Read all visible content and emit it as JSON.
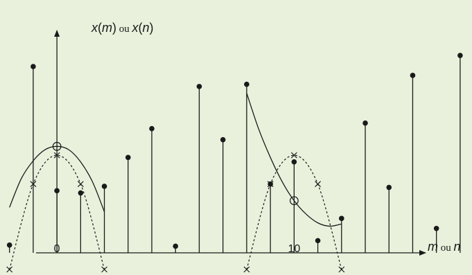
{
  "chart_data": {
    "type": "scatter",
    "xlabel": {
      "var1": "m",
      "sep": " ou ",
      "var2": "n"
    },
    "ylabel": {
      "var1": "x",
      "p1o": "(",
      "arg1": "m",
      "p1c": ")",
      "sep": " ou ",
      "var2": "x",
      "p2o": "(",
      "arg2": "n",
      "p2c": ")"
    },
    "x_ticks": [
      {
        "value": 0,
        "label": "0"
      },
      {
        "value": 10,
        "label": "10"
      }
    ],
    "xlim": [
      -2.4,
      17.5
    ],
    "ylim": [
      -1.0,
      11.4
    ],
    "samples": [
      {
        "n": -2,
        "y": 0.35
      },
      {
        "n": -1,
        "y": 8.4
      },
      {
        "n": 0,
        "y": 2.8
      },
      {
        "n": 1,
        "y": 2.7
      },
      {
        "n": 2,
        "y": 3.0
      },
      {
        "n": 3,
        "y": 4.3
      },
      {
        "n": 4,
        "y": 5.6
      },
      {
        "n": 5,
        "y": 0.3
      },
      {
        "n": 6,
        "y": 7.5
      },
      {
        "n": 7,
        "y": 5.1
      },
      {
        "n": 8,
        "y": 7.6
      },
      {
        "n": 9,
        "y": 3.1
      },
      {
        "n": 10,
        "y": 4.1
      },
      {
        "n": 11,
        "y": 0.55
      },
      {
        "n": 12,
        "y": 1.55
      },
      {
        "n": 13,
        "y": 5.85
      },
      {
        "n": 14,
        "y": 2.95
      },
      {
        "n": 15,
        "y": 8.0
      },
      {
        "n": 16,
        "y": 1.1
      },
      {
        "n": 17,
        "y": 8.9
      }
    ],
    "highlight_circles": [
      {
        "n": 0,
        "y": 4.8
      },
      {
        "n": 10,
        "y": 2.35
      }
    ],
    "windowed_samples_left": [
      {
        "n": -2,
        "y": -0.75
      },
      {
        "n": -1,
        "y": 3.1
      },
      {
        "n": 0,
        "y": 4.4
      },
      {
        "n": 1,
        "y": 3.1
      },
      {
        "n": 2,
        "y": -0.75
      }
    ],
    "windowed_samples_right": [
      {
        "n": 8,
        "y": -0.75
      },
      {
        "n": 9,
        "y": 3.1
      },
      {
        "n": 10,
        "y": 4.4
      },
      {
        "n": 11,
        "y": 3.1
      },
      {
        "n": 12,
        "y": -0.75
      }
    ],
    "solid_curve_left": [
      {
        "n": -2.0,
        "y": 2.05
      },
      {
        "n": -1.5,
        "y": 3.35
      },
      {
        "n": -1.0,
        "y": 4.15
      },
      {
        "n": -0.5,
        "y": 4.65
      },
      {
        "n": 0.0,
        "y": 4.8
      },
      {
        "n": 0.5,
        "y": 4.65
      },
      {
        "n": 1.0,
        "y": 4.1
      },
      {
        "n": 1.5,
        "y": 3.2
      },
      {
        "n": 2.0,
        "y": 1.85
      }
    ],
    "solid_curve_right": [
      {
        "n": 8.0,
        "y": 7.2
      },
      {
        "n": 8.5,
        "y": 5.6
      },
      {
        "n": 9.0,
        "y": 4.3
      },
      {
        "n": 9.5,
        "y": 3.2
      },
      {
        "n": 10.0,
        "y": 2.35
      },
      {
        "n": 10.5,
        "y": 1.75
      },
      {
        "n": 11.0,
        "y": 1.35
      },
      {
        "n": 11.5,
        "y": 1.2
      },
      {
        "n": 12.0,
        "y": 1.3
      }
    ],
    "grid": false
  }
}
